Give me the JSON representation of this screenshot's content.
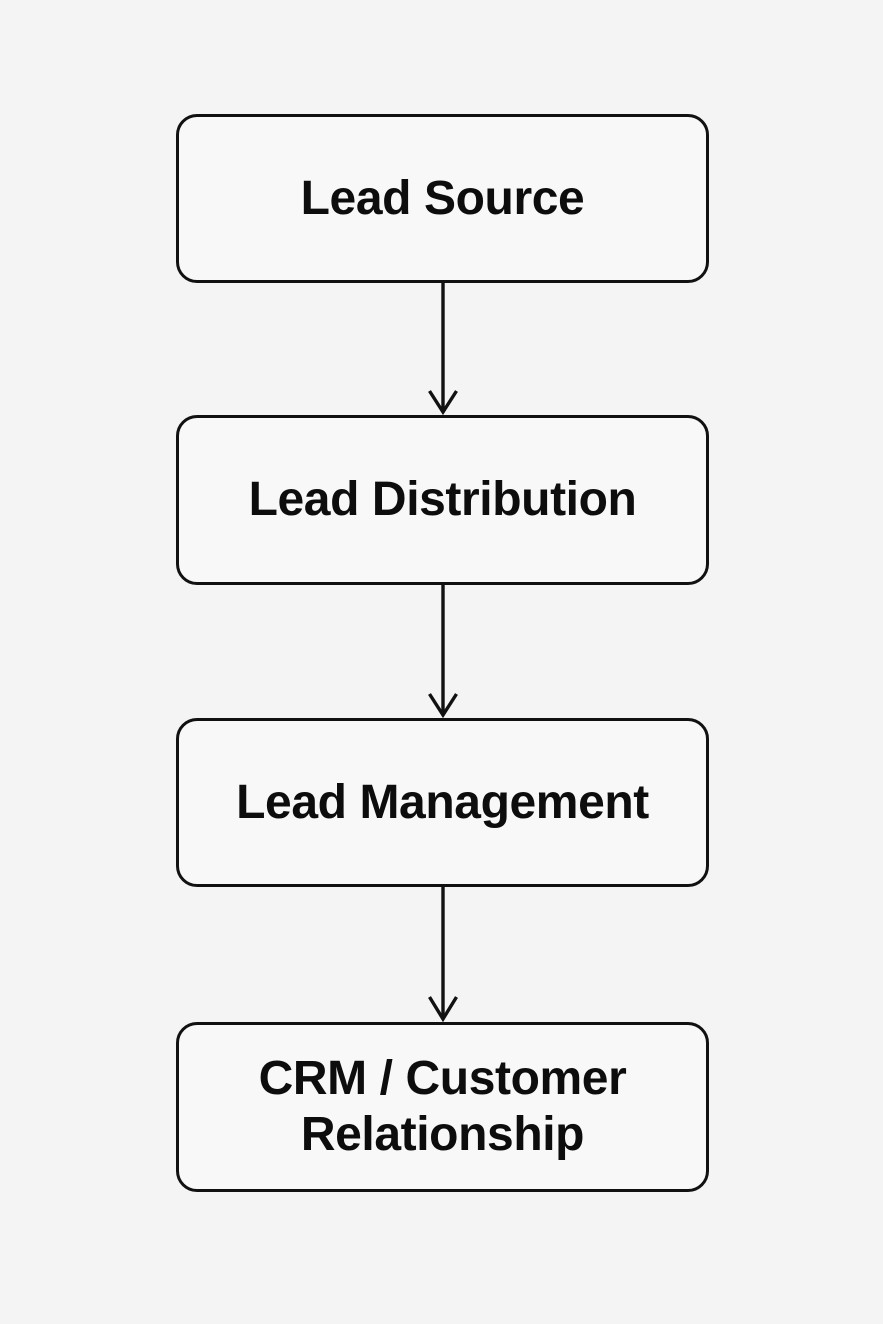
{
  "diagram": {
    "type": "flowchart",
    "orientation": "vertical",
    "background_color": "#f4f4f5",
    "node_fill_color": "#f8f8f9",
    "node_border_color": "#111111",
    "text_color": "#0d0d0d",
    "nodes": [
      {
        "id": "lead-source",
        "label": "Lead Source"
      },
      {
        "id": "lead-distribution",
        "label": "Lead Distribution"
      },
      {
        "id": "lead-management",
        "label": "Lead Management"
      },
      {
        "id": "crm",
        "label": "CRM / Customer\nRelationship"
      }
    ],
    "connectors": [
      {
        "id": "connector-1",
        "from": "lead-source",
        "to": "lead-distribution",
        "arrowhead": "open-v"
      },
      {
        "id": "connector-2",
        "from": "lead-distribution",
        "to": "lead-management",
        "arrowhead": "open-v"
      },
      {
        "id": "connector-3",
        "from": "lead-management",
        "to": "crm",
        "arrowhead": "open-v"
      }
    ]
  }
}
